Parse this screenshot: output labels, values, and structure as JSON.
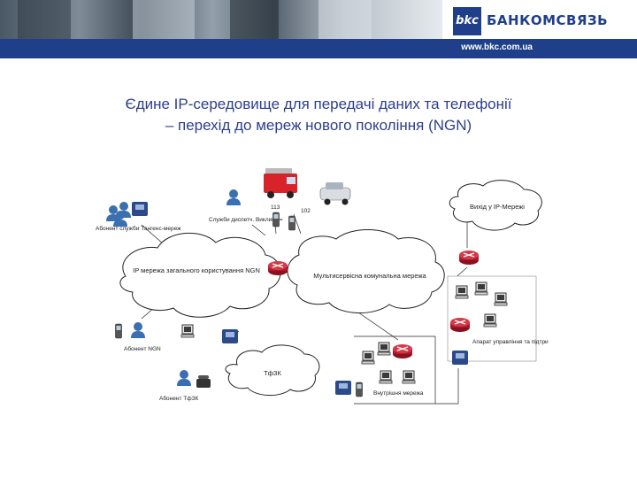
{
  "header": {
    "logo_mark": "bkc",
    "brand_name": "БАНКОМСВЯЗЬ",
    "url": "www.bkc.com.ua"
  },
  "slide": {
    "title_line1": "Єдине IP-середовище для передачі даних та телефонії",
    "title_line2": "– перехід до мереж нового покоління (NGN)"
  },
  "diagram": {
    "clouds": {
      "ngn": "IP мережа загального користування NGN",
      "multiservice": "Мультисервісна комунальна мережа",
      "external": "Вихід у IP-Мережі",
      "pstn": "ТфЗК"
    },
    "labels": {
      "operators": "Абонент служби Тангенс-мереж",
      "emergency": "Служби диспетч. Виклик ==",
      "n113": "113",
      "n102": "102",
      "ngn_subscriber": "Абонент NGN",
      "pstn_subscriber": "Абонент ТфЗК",
      "mgk_admin": "Апарат управління та підтримки МЗК",
      "internal_net": "Внутрішня мережа"
    },
    "colors": {
      "router": "#b0182a",
      "phone": "#2a4a8a",
      "person": "#3a6fb0"
    }
  }
}
